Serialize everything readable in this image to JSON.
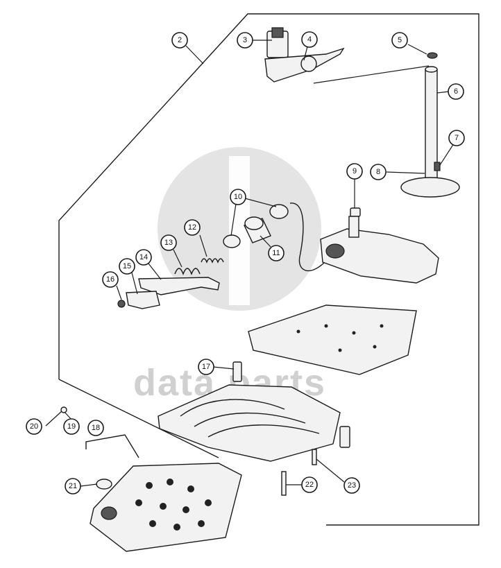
{
  "watermark": {
    "text": "data parts"
  },
  "callouts": [
    {
      "id": "c2",
      "label": "2"
    },
    {
      "id": "c3",
      "label": "3"
    },
    {
      "id": "c4",
      "label": "4"
    },
    {
      "id": "c5",
      "label": "5"
    },
    {
      "id": "c6",
      "label": "6"
    },
    {
      "id": "c7",
      "label": "7"
    },
    {
      "id": "c8",
      "label": "8"
    },
    {
      "id": "c9",
      "label": "9"
    },
    {
      "id": "c10",
      "label": "10"
    },
    {
      "id": "c11",
      "label": "11"
    },
    {
      "id": "c12",
      "label": "12"
    },
    {
      "id": "c13",
      "label": "13"
    },
    {
      "id": "c14",
      "label": "14"
    },
    {
      "id": "c15",
      "label": "15"
    },
    {
      "id": "c16",
      "label": "16"
    },
    {
      "id": "c17",
      "label": "17"
    },
    {
      "id": "c18",
      "label": "18"
    },
    {
      "id": "c19",
      "label": "19"
    },
    {
      "id": "c20",
      "label": "20"
    },
    {
      "id": "c21",
      "label": "21"
    },
    {
      "id": "c22",
      "label": "22"
    },
    {
      "id": "c23",
      "label": "23"
    }
  ]
}
